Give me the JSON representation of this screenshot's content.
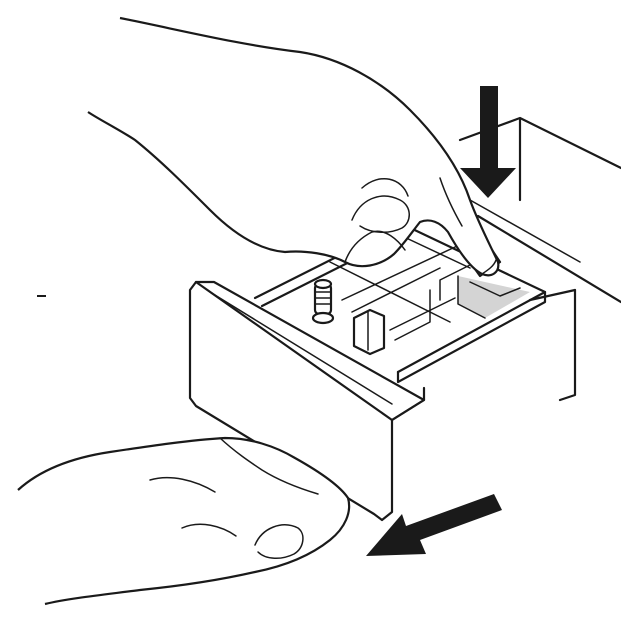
{
  "diagram": {
    "colors": {
      "line": "#1a1a1a",
      "background": "#ffffff",
      "highlight": "#d4d4d4"
    },
    "parts": [
      "washing-machine-body",
      "detergent-dispenser-drawer",
      "drawer-front-panel",
      "release-lever",
      "siphon-cap",
      "pushing-hand",
      "pulling-hand",
      "push-down-arrow",
      "pull-out-arrow"
    ],
    "steps": {
      "press_lever": "down",
      "pull_drawer": "out"
    }
  }
}
